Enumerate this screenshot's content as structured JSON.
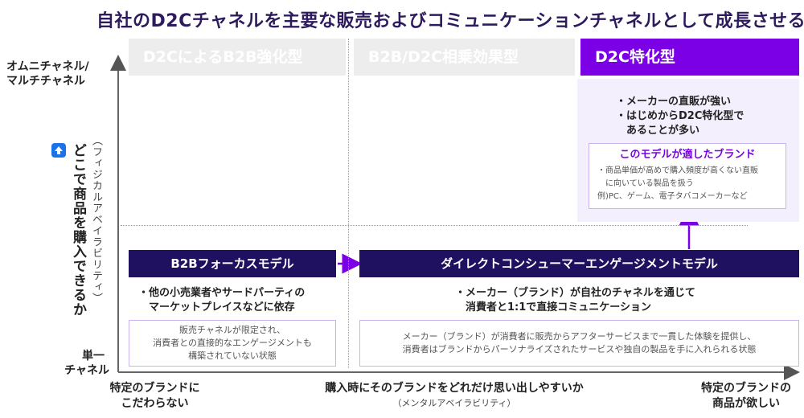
{
  "title": "自社のD2Cチャネルを主要な販売およびコミュニケーションチャネルとして成長させる",
  "y_axis": {
    "top_label": [
      "オムニチャネル/",
      "マルチチャネル"
    ],
    "bottom_label": [
      "単一",
      "チャネル"
    ],
    "main_label": "どこで商品を購入できるか",
    "sub_label": "（フィジカルアベイラビリティ）"
  },
  "x_axis": {
    "left_label": [
      "特定のブランドに",
      "こだわらない"
    ],
    "center_label": "購入時にそのブランドをどれだけ思い出しやすいか",
    "center_sub": "（メンタルアベイラビリティ）",
    "right_label": [
      "特定のブランドの",
      "商品が欲しい"
    ]
  },
  "columns": [
    {
      "label": "D2CによるB2B強化型"
    },
    {
      "label": "B2B/D2C相乗効果型"
    },
    {
      "label": "D2C特化型"
    }
  ],
  "d2c_panel": {
    "bullets": [
      "・メーカーの直販が強い",
      "・はじめからD2C特化型で",
      "　あることが多い"
    ],
    "box_title": "このモデルが適したブランド",
    "box_lines": [
      "・商品単価が高めで購入頻度が高くない直販",
      "　に向いている製品を扱う",
      "例)PC、ゲーム、電子タバコメーカーなど"
    ]
  },
  "b2b_model": {
    "label": "B2Bフォーカスモデル",
    "bullets": [
      "・他の小売業者やサードパーティの",
      "　マーケットプレイスなどに依存"
    ],
    "box_lines": [
      "販売チャネルが限定され、",
      "消費者との直接的なエンゲージメントも",
      "構築されていない状態"
    ]
  },
  "dce_model": {
    "label": "ダイレクトコンシューマーエンゲージメントモデル",
    "bullets": [
      "・メーカー（ブランド）が自社のチャネルを通じて",
      "　消費者と1:1で直接コミュニケーション"
    ],
    "box_lines": [
      "メーカー（ブランド）が消費者に販売からアフターサービスまで一貫した体験を提供し、",
      "消費者はブランドからパーソナライズされたサービスや独自の製品を手に入れられる状態"
    ]
  },
  "colors": {
    "navy": "#1f1160",
    "purple": "#7b00e6",
    "light_purple": "#f4effc",
    "title": "#2d1b5e"
  }
}
